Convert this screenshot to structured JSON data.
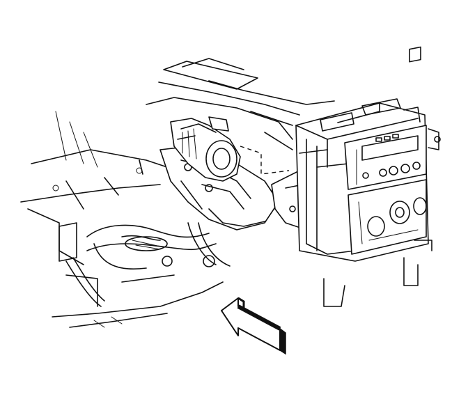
{
  "figure": {
    "kind": "technical-line-illustration",
    "subject": "instrument-panel-center-stack-with-radio-and-hvac-control-head",
    "colors": {
      "ink": "#111111",
      "background": "#ffffff"
    },
    "direction_arrow": "view-arrow"
  }
}
